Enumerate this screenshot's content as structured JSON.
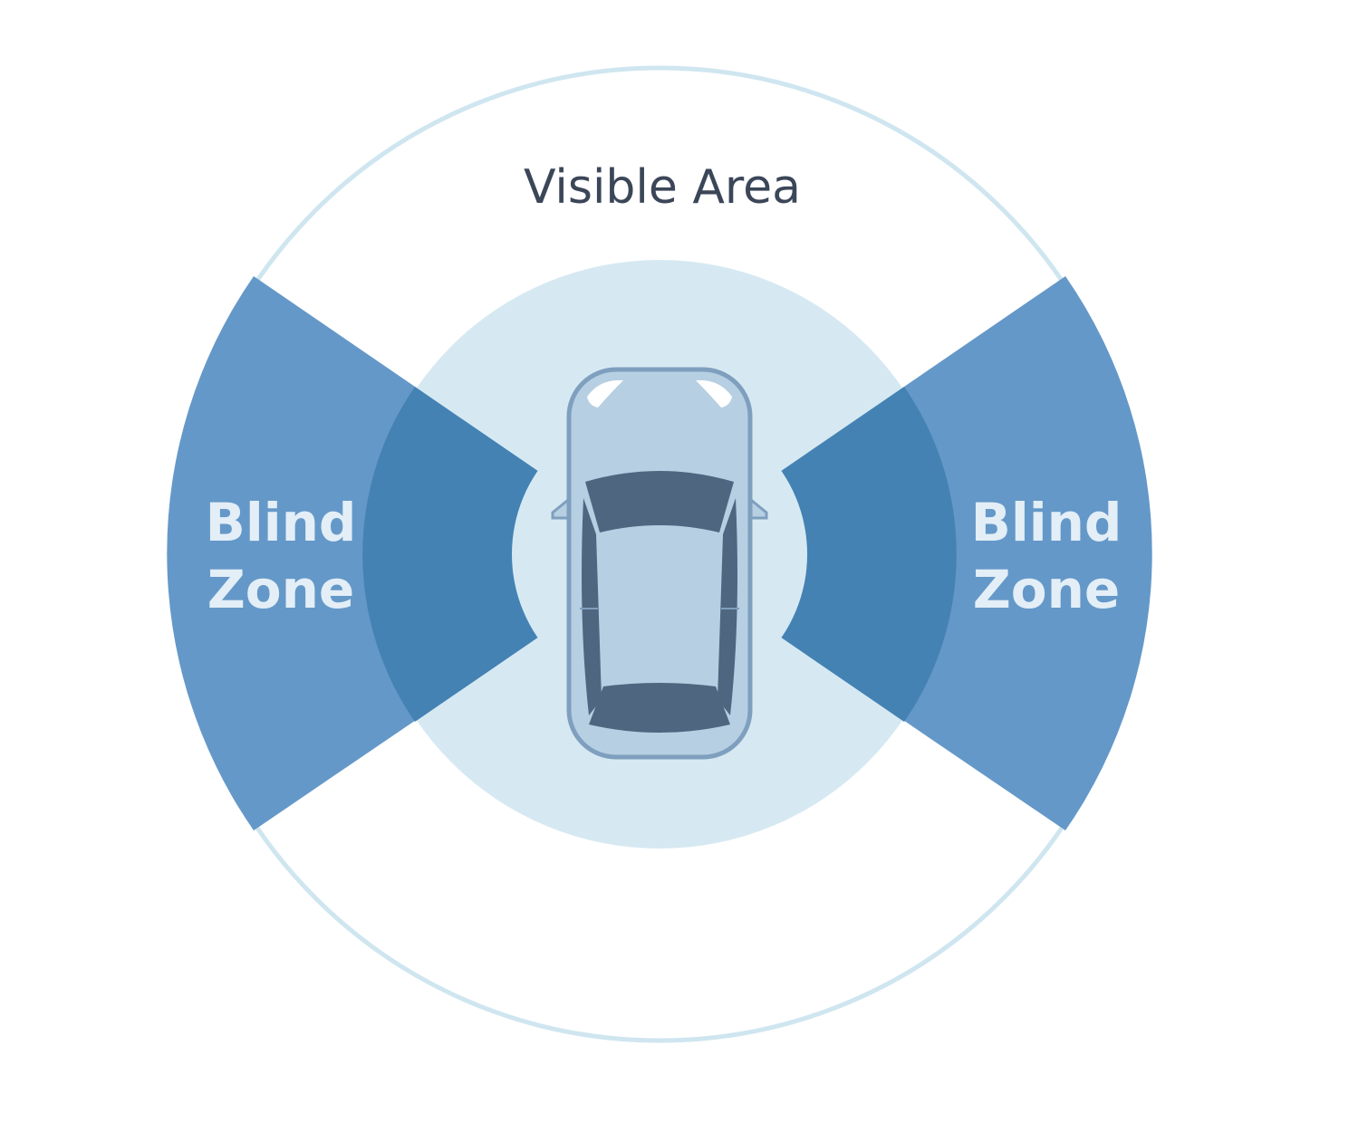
{
  "labels": {
    "visible_area": "Visible Area",
    "left_zone_line1": "Blind",
    "left_zone_line2": "Zone",
    "right_zone_line1": "Blind",
    "right_zone_line2": "Zone"
  },
  "colors": {
    "outer_ring": "#cfe6f0",
    "visible_area_fill": "#d6e9f2",
    "blind_zone_outer": "#6498c8",
    "blind_zone_inner": "#4482b4",
    "car_body": "#b6cfe2",
    "car_outline": "#7f9fbf",
    "car_glass": "#4f6680",
    "headlight": "#ffffff",
    "title_text": "#3b4658",
    "zone_text": "#e3eef7"
  },
  "icons": {
    "car": "car-top-view-icon"
  }
}
